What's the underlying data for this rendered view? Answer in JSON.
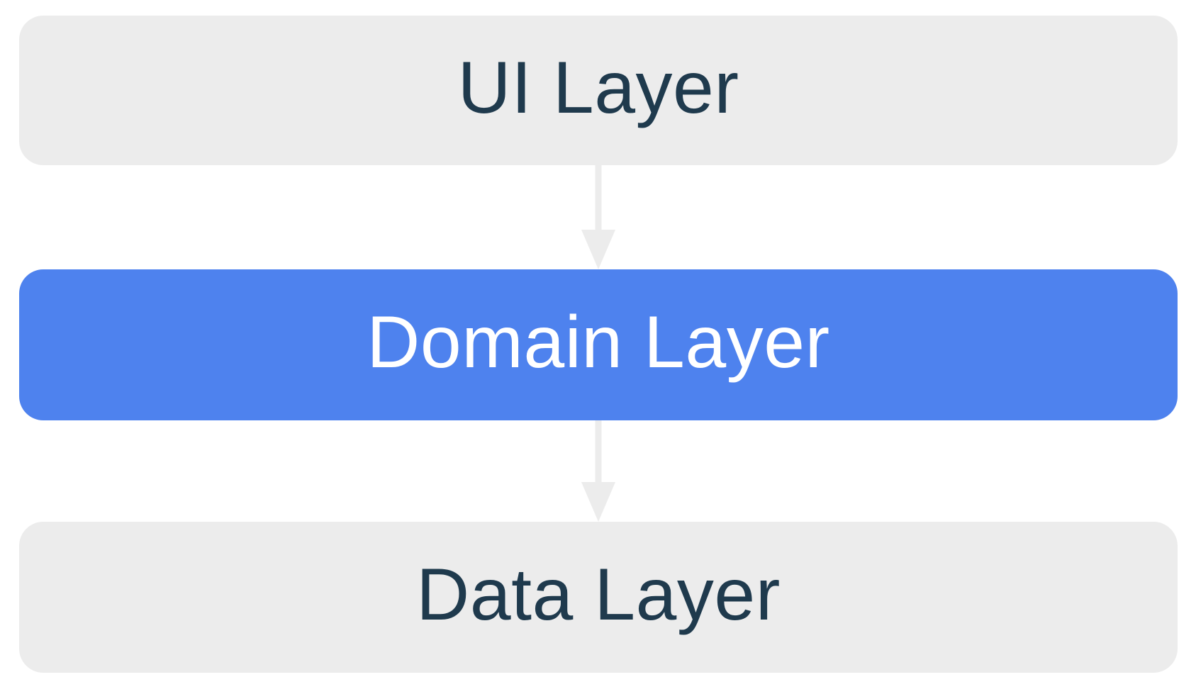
{
  "diagram": {
    "type": "layered-architecture",
    "layers": [
      {
        "id": "ui",
        "label": "UI Layer",
        "variant": "default",
        "bg": "#ececec",
        "text_color": "#1f3a4d"
      },
      {
        "id": "domain",
        "label": "Domain Layer",
        "variant": "highlight",
        "bg": "#4e82ee",
        "text_color": "#ffffff"
      },
      {
        "id": "data",
        "label": "Data Layer",
        "variant": "default",
        "bg": "#ececec",
        "text_color": "#1f3a4d"
      }
    ],
    "arrows": [
      {
        "id": "ui-to-domain",
        "from": "UI Layer",
        "to": "Domain Layer",
        "direction": "down",
        "color": "#ececec"
      },
      {
        "id": "domain-to-data",
        "from": "Domain Layer",
        "to": "Data Layer",
        "direction": "down",
        "color": "#ececec"
      }
    ],
    "colors": {
      "background": "#ffffff",
      "layer_default_bg": "#ececec",
      "layer_default_text": "#1f3a4d",
      "layer_highlight_bg": "#4e82ee",
      "layer_highlight_text": "#ffffff",
      "arrow": "#ececec"
    }
  }
}
